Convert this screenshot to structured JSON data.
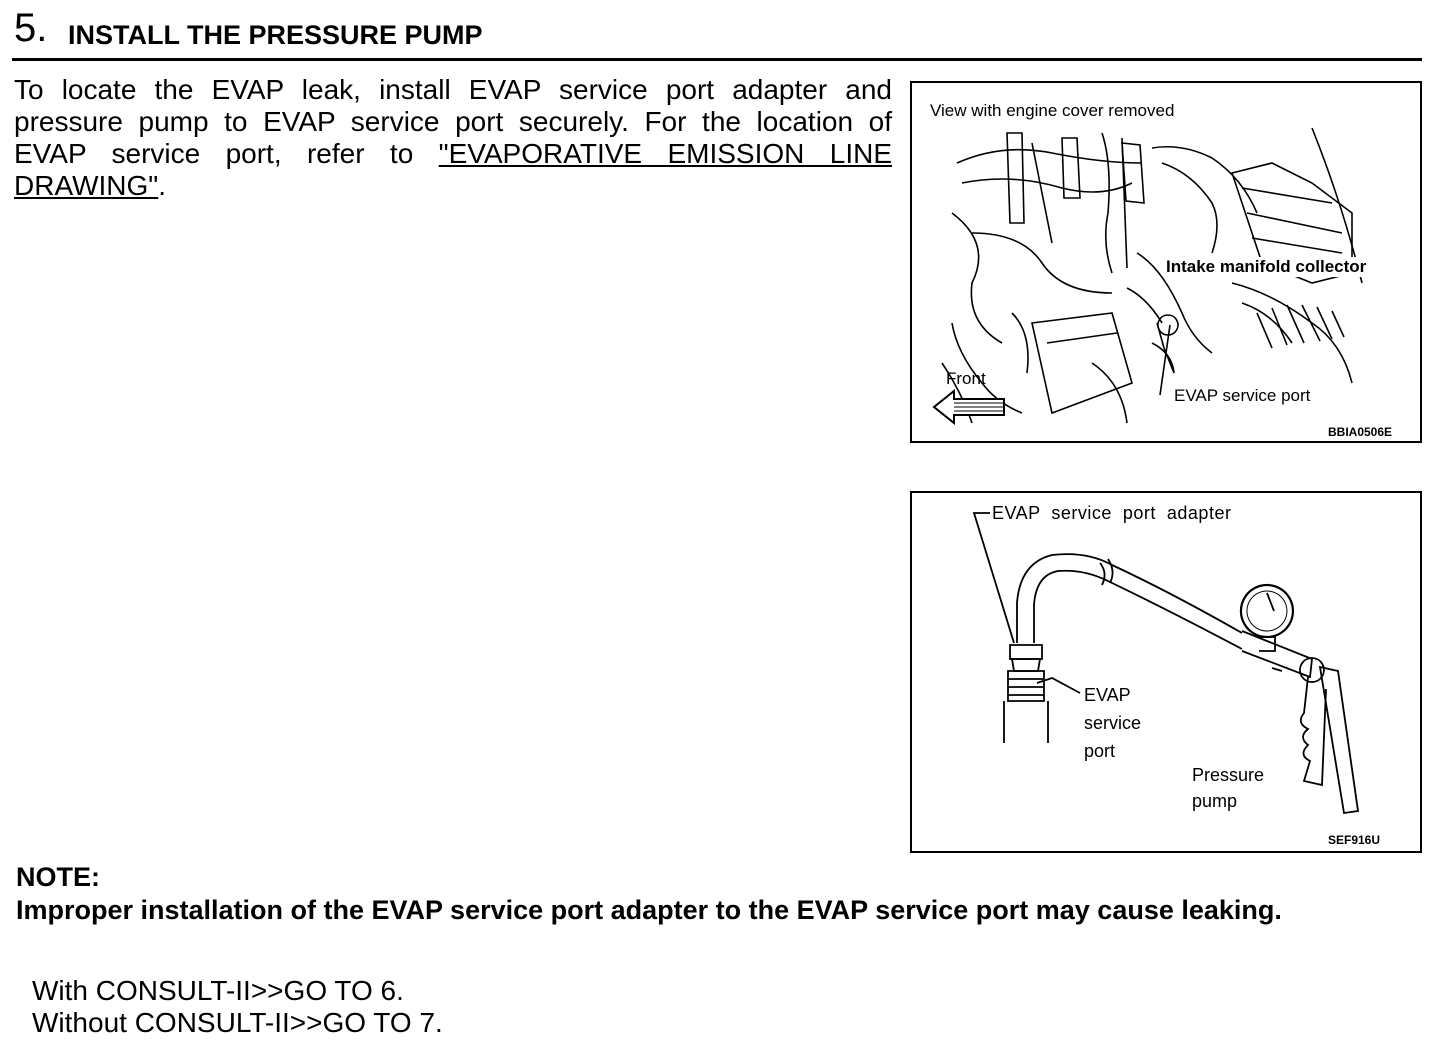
{
  "step": {
    "number": "5.",
    "title": "INSTALL THE PRESSURE PUMP"
  },
  "body": {
    "text_before_link": "To locate the EVAP leak, install EVAP service port adapter and pressure pump to EVAP service port securely. For the location of EVAP service port, refer to ",
    "link_text": "\"EVAPORATIVE EMISSION LINE DRAWING\"",
    "text_after_link": "."
  },
  "figure1": {
    "caption": "View with engine cover removed",
    "label_intake": "Intake manifold collector",
    "label_front": "Front",
    "label_port": "EVAP service port",
    "code": "BBIA0506E"
  },
  "figure2": {
    "label_adapter": "EVAP  service  port  adapter",
    "label_port_line1": "EVAP",
    "label_port_line2": "service",
    "label_port_line3": "port",
    "label_pump_line1": "Pressure",
    "label_pump_line2": "pump",
    "code": "SEF916U"
  },
  "note": {
    "title": "NOTE:",
    "text": "Improper installation of the EVAP service port adapter to the EVAP service port may cause leaking."
  },
  "branches": {
    "with": "With CONSULT-II>>GO TO 6.",
    "without": "Without CONSULT-II>>GO TO 7."
  }
}
